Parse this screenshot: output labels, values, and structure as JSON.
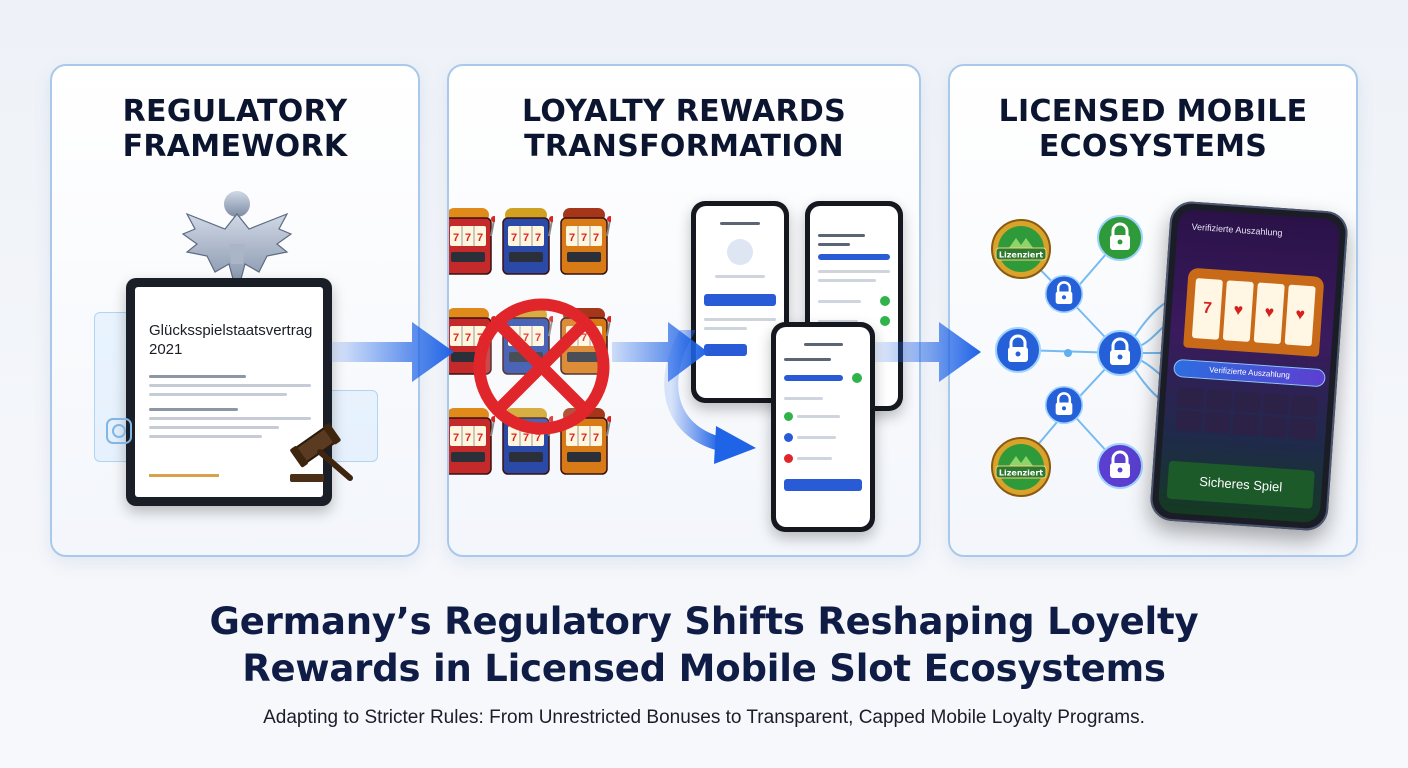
{
  "panels": [
    {
      "title_line1": "REGULATORY",
      "title_line2": "FRAMEWORK"
    },
    {
      "title_line1": "LOYALTY REWARDS",
      "title_line2": "TRANSFORMATION"
    },
    {
      "title_line1": "LICENSED MOBILE",
      "title_line2": "ECOSYSTEMS"
    }
  ],
  "document": {
    "title_line1": "Glücksspielstaatsvertrag",
    "title_line2": "2021"
  },
  "badges": {
    "label": "Lizenziert"
  },
  "big_phone": {
    "header": "Verifizierte Auszahlung",
    "banner": "Verifizierte Auszahlung",
    "footer": "Sicheres Spiel",
    "reel_symbol": "7"
  },
  "headline": {
    "line1": "Germany’s Regulatory Shifts Reshaping Loyelty",
    "line2": "Rewards in Licensed Mobile Slot Ecosystems"
  },
  "subline": "Adapting to Stricter Rules: From Unrestricted Bonuses to Transparent, Capped Mobile Loyalty Programs.",
  "colors": {
    "panel_border": "#a9c8ea",
    "arrow_blue": "#1f63e6",
    "headline": "#0f1c45",
    "badge_gold": "#d9a22a",
    "badge_green": "#2f9a3a",
    "lock_blue": "#2560d8",
    "prohibit_red": "#e1262b"
  }
}
